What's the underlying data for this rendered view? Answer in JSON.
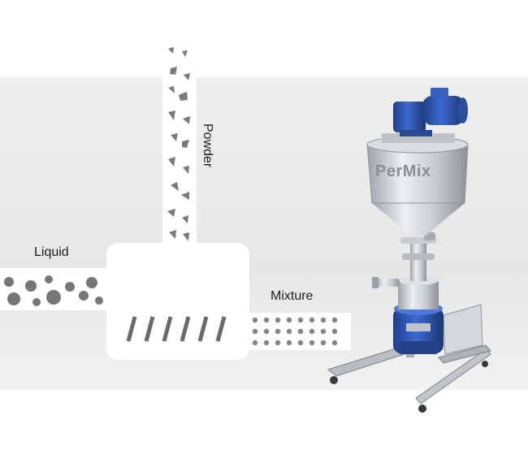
{
  "labels": {
    "powder": "Powder",
    "liquid": "Liquid",
    "mixture": "Mixture"
  },
  "machine": {
    "brand": "PerMix",
    "motor_color": "#2f5bb4",
    "steel_color": "#c7cbd0"
  },
  "colors": {
    "background_top": "#ffffff",
    "background_band": "#e9eaeb",
    "channel_fill": "#ffffff",
    "particle_color": "#7d7d7d"
  },
  "icons": {
    "mixer": "inline-powder-mixer-machine"
  }
}
